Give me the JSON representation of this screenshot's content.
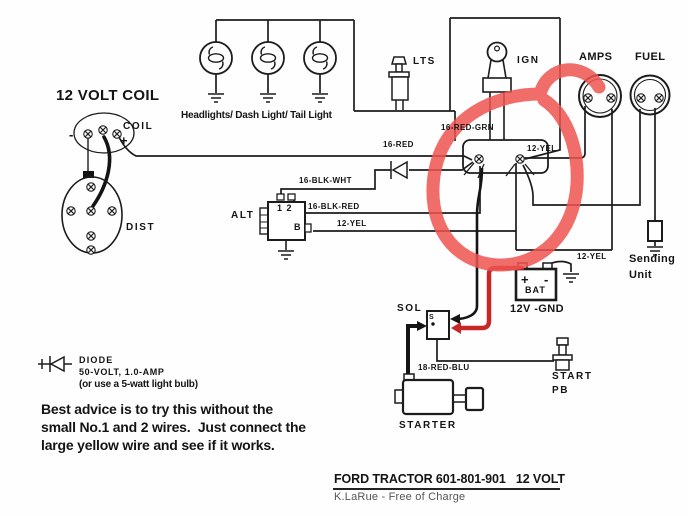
{
  "title": "12 VOLT COIL",
  "coil": {
    "label": "COIL",
    "minus": "-",
    "plus": "+",
    "dist": "DIST"
  },
  "lights": {
    "caption": "Headlights/ Dash Light/ Tail Light",
    "switch_label": "LTS"
  },
  "ignition": {
    "label": "IGN"
  },
  "gauges": {
    "amps": "AMPS",
    "fuel": "FUEL",
    "sending_line1": "Sending",
    "sending_line2": "Unit"
  },
  "alternator": {
    "label": "ALT",
    "terminals": "1 2",
    "b_terminal": "B"
  },
  "wires": {
    "red_grn": "16-RED-GRN",
    "red": "16-RED",
    "yel_ign": "12-YEL",
    "blk_wht": "16-BLK-WHT",
    "blk_red": "16-BLK-RED",
    "yel_alt": "12-YEL",
    "yel_bat": "12-YEL",
    "red_blu": "18-RED-BLU"
  },
  "battery": {
    "label": "BAT",
    "plus": "+",
    "minus": "-",
    "caption": "12V -GND"
  },
  "solenoid": {
    "label": "SOL",
    "s_terminal": "S"
  },
  "starter": {
    "label": "STARTER"
  },
  "start_button": {
    "line1": "START",
    "line2": "PB"
  },
  "diode_legend": {
    "name": "DIODE",
    "rating": "50-VOLT, 1.0-AMP",
    "alternative": "(or use a 5-watt light bulb)"
  },
  "advice": {
    "line1": "Best advice is to try this without the",
    "line2": "small No.1 and 2 wires.  Just connect the",
    "line3": "large yellow wire and see if it works."
  },
  "footer": {
    "title": "FORD TRACTOR 601-801-901   12 VOLT",
    "credit": "K.LaRue - Free of Charge"
  },
  "colors": {
    "background": "#fefefe",
    "line": "#1c1c1c",
    "annotation_red": "#ef5350",
    "cable_red": "#c62828",
    "credit_gray": "#555555"
  }
}
